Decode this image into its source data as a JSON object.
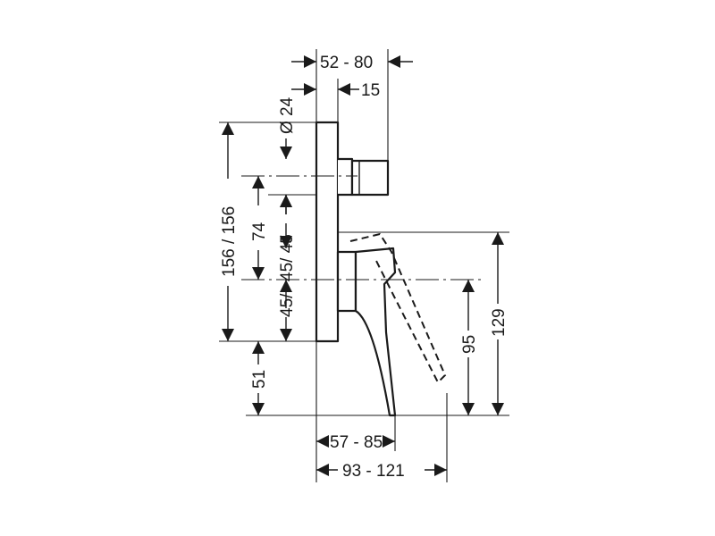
{
  "diagram": {
    "stroke_color": "#1a1a1a",
    "background": "#ffffff",
    "dimensions": {
      "projection_range": "52 - 80",
      "pipe_offset": "15",
      "pipe_diameter": "Ø 24",
      "height_plate": "156 / 156",
      "spout_center": "74",
      "half_height_upper": "45/ 45",
      "half_height_lower": "45/",
      "lower_offset": "51",
      "handle_height": "129",
      "handle_center_height": "95",
      "lever_depth": "57 - 85",
      "overall_depth": "93 - 121"
    }
  }
}
